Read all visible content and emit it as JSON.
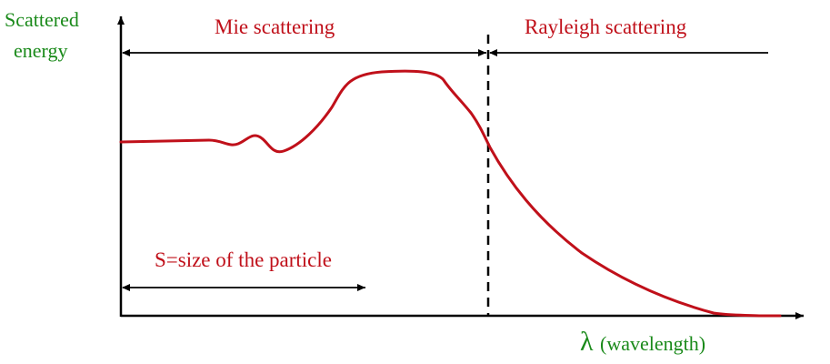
{
  "y_axis": {
    "label_line1": "Scattered",
    "label_line2": "energy"
  },
  "x_axis": {
    "symbol": "λ",
    "label": "(wavelength)"
  },
  "regions": {
    "mie": "Mie scattering",
    "rayleigh": "Rayleigh scattering"
  },
  "particle_size_label": "S=size of the particle",
  "colors": {
    "axis_label": "#1a8a1a",
    "annotation": "#c0101a",
    "curve": "#c0101a",
    "axes": "#000000"
  }
}
